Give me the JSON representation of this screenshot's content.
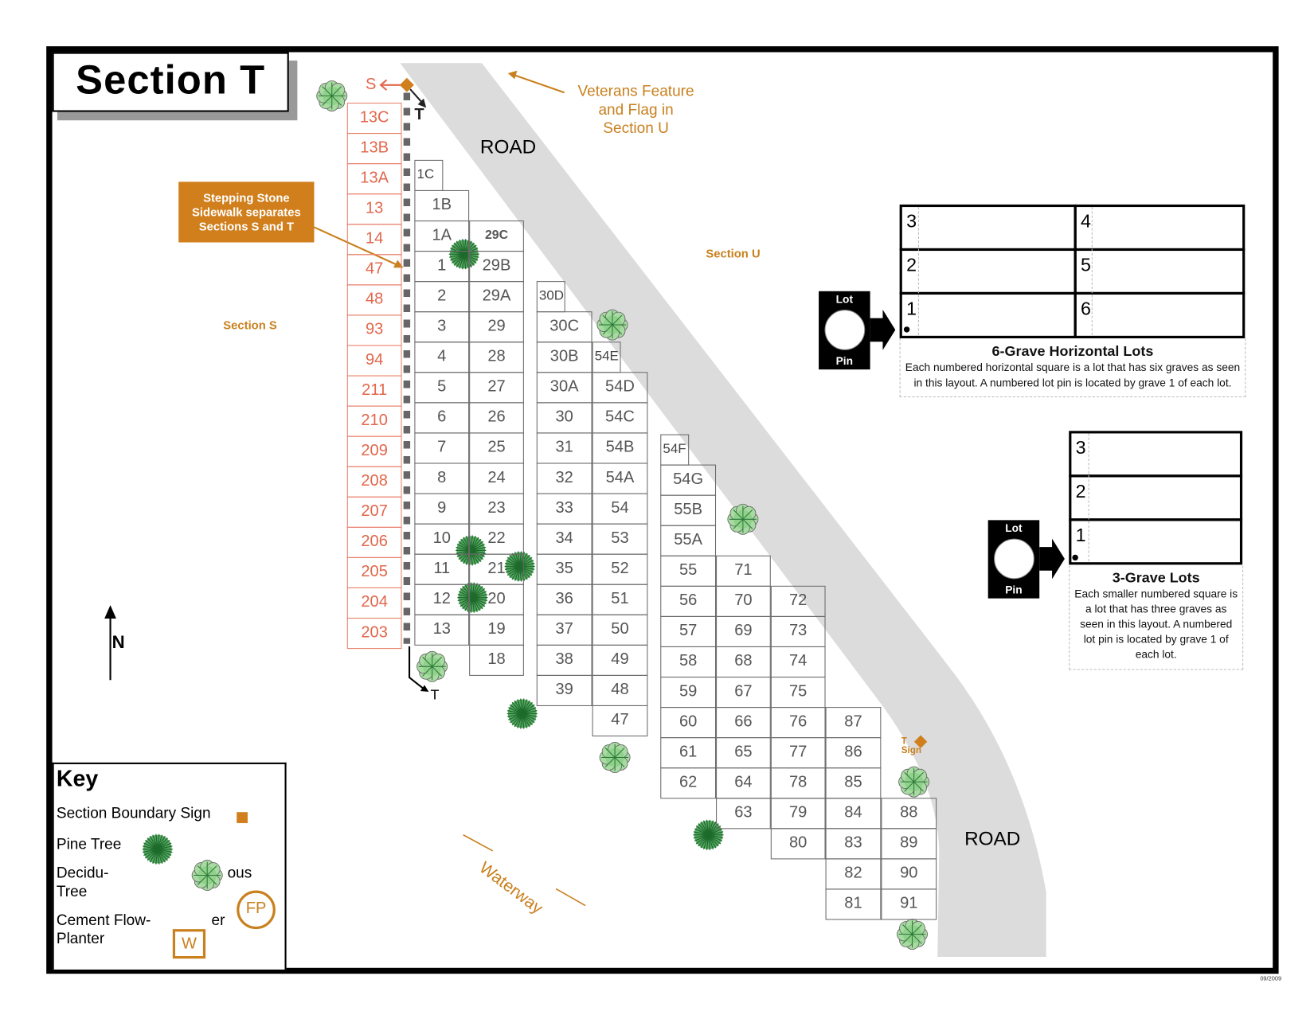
{
  "title": "Section T",
  "labels": {
    "road_top": "ROAD",
    "road_bottom": "ROAD",
    "section_u": "Section U",
    "section_s": "Section S",
    "veterans": [
      "Veterans Feature",
      "and Flag in",
      "Section U"
    ],
    "stepping_stone": [
      "Stepping Stone",
      "Sidewalk separates",
      "Sections S and T"
    ],
    "s_marker": "S",
    "t_marker_top": "T",
    "t_marker_bottom": "T",
    "north": "N",
    "t_sign": [
      "T",
      "Sign"
    ],
    "waterway": "Waterway",
    "date": "09/2009"
  },
  "lots": {
    "section_s": [
      "13C",
      "13B",
      "13A",
      "13",
      "14",
      "47",
      "48",
      "93",
      "94",
      "211",
      "210",
      "209",
      "208",
      "207",
      "206",
      "205",
      "204",
      "203"
    ],
    "col_a": [
      "1C",
      "1B",
      "1A",
      "1",
      "2",
      "3",
      "4",
      "5",
      "6",
      "7",
      "8",
      "9",
      "10",
      "11",
      "12",
      "13"
    ],
    "col_b": [
      "29C",
      "29B",
      "29A",
      "29",
      "28",
      "27",
      "26",
      "25",
      "24",
      "23",
      "22",
      "21",
      "20",
      "19",
      "18"
    ],
    "col_c": [
      "30D",
      "30C",
      "30B",
      "30A",
      "30",
      "31",
      "32",
      "33",
      "34",
      "35",
      "36",
      "37",
      "38",
      "39"
    ],
    "col_d": [
      "54E",
      "54D",
      "54C",
      "54B",
      "54A",
      "54",
      "53",
      "52",
      "51",
      "50",
      "49",
      "48",
      "47"
    ],
    "col_e": [
      "54F",
      "54G",
      "55B",
      "55A",
      "55",
      "56",
      "57",
      "58",
      "59",
      "60",
      "61",
      "62"
    ],
    "col_f": [
      "71",
      "70",
      "69",
      "68",
      "67",
      "66",
      "65",
      "64",
      "63"
    ],
    "col_g": [
      "72",
      "73",
      "74",
      "75",
      "76",
      "77",
      "78",
      "79",
      "80"
    ],
    "col_h": [
      "87",
      "86",
      "85",
      "84",
      "83",
      "82",
      "81"
    ],
    "col_i": [
      "88",
      "89",
      "90",
      "91"
    ]
  },
  "legend_six": {
    "graves": [
      "3",
      "4",
      "2",
      "5",
      "1",
      "6"
    ],
    "pin_top": "Lot",
    "pin_bottom": "Pin",
    "heading": "6-Grave Horizontal Lots",
    "body": "Each numbered horizontal square is a lot that has six graves as seen in this layout.  A numbered lot pin is located by grave 1 of each lot."
  },
  "legend_three": {
    "graves": [
      "3",
      "2",
      "1"
    ],
    "pin_top": "Lot",
    "pin_bottom": "Pin",
    "heading": "3-Grave Lots",
    "body": "Each smaller numbered square is a lot that has three graves as seen in this layout.  A numbered lot pin is located by grave 1 of each lot."
  },
  "key": {
    "title": "Key",
    "boundary_sign": "Section Boundary Sign",
    "pine": "Pine Tree",
    "decid_a": "Decidu-",
    "decid_b": "ous",
    "decid_c": "Tree",
    "cement_a": "Cement Flow-",
    "cement_b": "er",
    "cement_c": "Planter",
    "fp": "FP",
    "w": "W"
  },
  "colors": {
    "section_s_lots": "#e2674c",
    "annotation_orange": "#c9801e",
    "road": "#d9d9d9",
    "pine": "#2f8a3c",
    "deciduous": "#9fd59a"
  }
}
